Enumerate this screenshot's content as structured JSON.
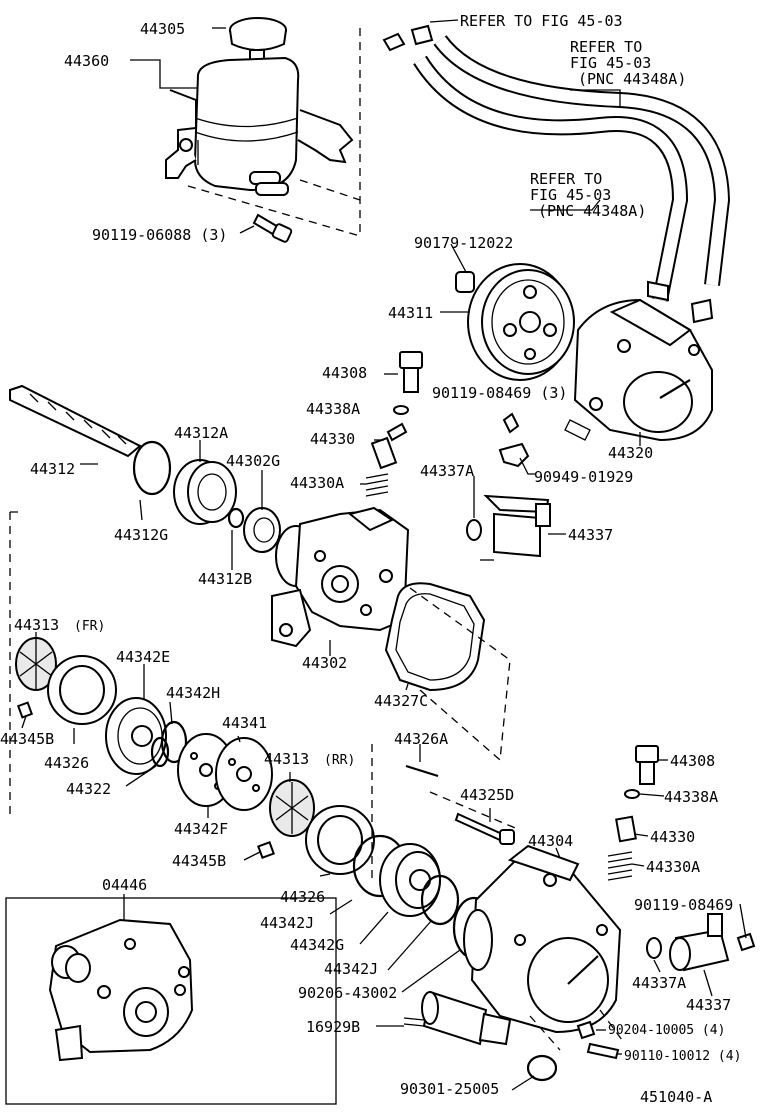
{
  "diagram_id": "451040-A",
  "labels": {
    "l44305": "44305",
    "l44360": "44360",
    "l90119_06088": "90119-06088 (3)",
    "lRefer1": "REFER TO FIG 45-03",
    "lRefer2a": "REFER TO",
    "lRefer2b": "FIG 45-03",
    "lRefer2c": "(PNC 44348A)",
    "lRefer3a": "REFER TO",
    "lRefer3b": "FIG 45-03",
    "lRefer3c": "(PNC 44348A)",
    "l90179_12022": "90179-12022",
    "l44311": "44311",
    "l44308a": "44308",
    "l90119_08469_3": "90119-08469 (3)",
    "l44338A_a": "44338A",
    "l44330_a": "44330",
    "l44330A_a": "44330A",
    "l44320": "44320",
    "l90949_01929": "90949-01929",
    "l44337A_a": "44337A",
    "l44337_a": "44337",
    "l44312": "44312",
    "l44312A": "44312A",
    "l44302G": "44302G",
    "l44312G": "44312G",
    "l44312B": "44312B",
    "l44302": "44302",
    "l44327C": "44327C",
    "l44313FR": "44313",
    "l44313FRs": "(FR)",
    "l44345B_a": "44345B",
    "l44326_a": "44326",
    "l44342E": "44342E",
    "l44342H": "44342H",
    "l44341": "44341",
    "l44322": "44322",
    "l44313RR": "44313",
    "l44313RRs": "(RR)",
    "l44342F": "44342F",
    "l44326A": "44326A",
    "l44325D": "44325D",
    "l44345B_b": "44345B",
    "l44326_b": "44326",
    "l44342J_a": "44342J",
    "l44342G": "44342G",
    "l44342J_b": "44342J",
    "l90206_43002": "90206-43002",
    "l16929B": "16929B",
    "l90301_25005": "90301-25005",
    "l44304": "44304",
    "l44308b": "44308",
    "l44338A_b": "44338A",
    "l44330_b": "44330",
    "l44330A_b": "44330A",
    "l90119_08469": "90119-08469",
    "l44337A_b": "44337A",
    "l44337_b": "44337",
    "l90204_10005": "90204-10005 (4)",
    "l90110_10012": "90110-10012 (4)",
    "l04446": "04446",
    "lDiagId": "451040-A"
  }
}
